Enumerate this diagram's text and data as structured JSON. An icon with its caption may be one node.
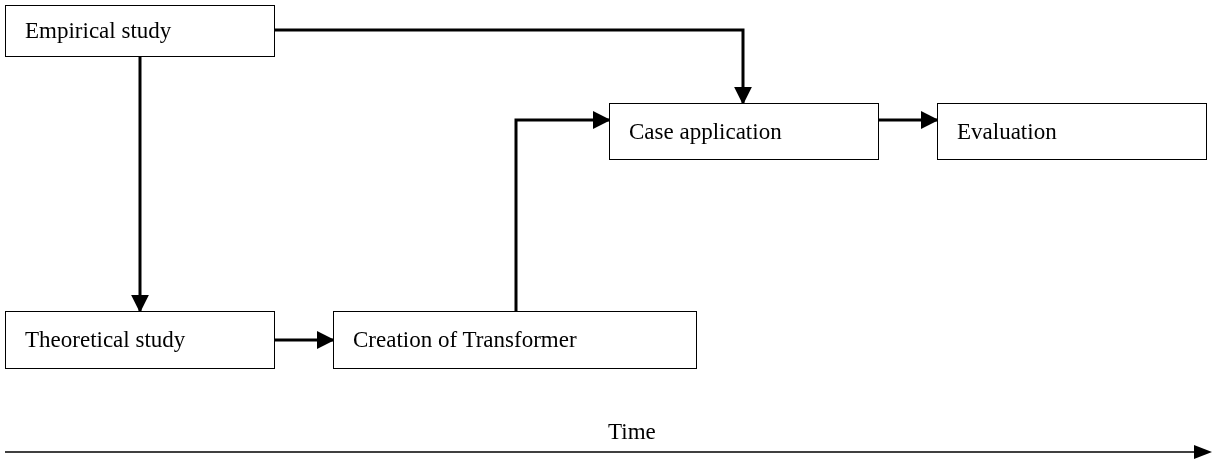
{
  "diagram": {
    "nodes": [
      {
        "text": [
          "Empirical study"
        ]
      },
      {
        "text": [
          "Theoretical study"
        ]
      },
      {
        "text": [
          "Creation of Transformer"
        ]
      },
      {
        "text": [
          "Case application"
        ]
      },
      {
        "text": [
          "Evaluation"
        ]
      }
    ],
    "edges": [
      {
        "from": 0,
        "to": 3,
        "arrow": "to"
      },
      {
        "from": 0,
        "to": 1,
        "arrow": "to"
      },
      {
        "from": 1,
        "to": 2,
        "arrow": "to"
      },
      {
        "from": 2,
        "to": 3,
        "arrow": "to"
      },
      {
        "from": 3,
        "to": 4,
        "arrow": "to"
      }
    ],
    "labels": [
      "Time"
    ]
  }
}
